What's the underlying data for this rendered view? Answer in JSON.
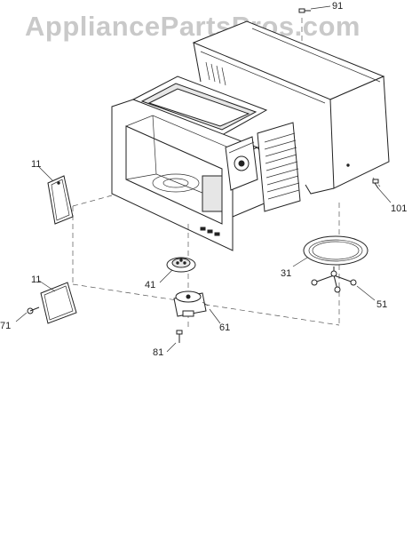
{
  "watermark": "AppliancePartsPros.com",
  "parts": [
    {
      "label": "91"
    },
    {
      "label": "101"
    },
    {
      "label": "11"
    },
    {
      "label": "11"
    },
    {
      "label": "71"
    },
    {
      "label": "41"
    },
    {
      "label": "31"
    },
    {
      "label": "51"
    },
    {
      "label": "61"
    },
    {
      "label": "81"
    }
  ]
}
